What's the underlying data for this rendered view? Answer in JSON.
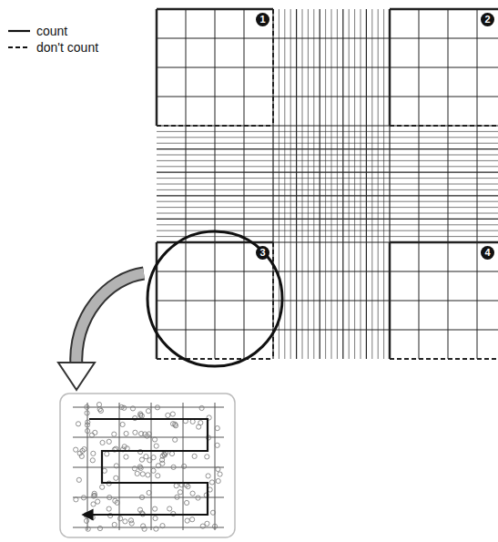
{
  "diagram": {
    "labels": [
      "1",
      "2",
      "3",
      "4"
    ],
    "legend": [
      {
        "text": "count"
      },
      {
        "text": "don't count"
      }
    ]
  }
}
